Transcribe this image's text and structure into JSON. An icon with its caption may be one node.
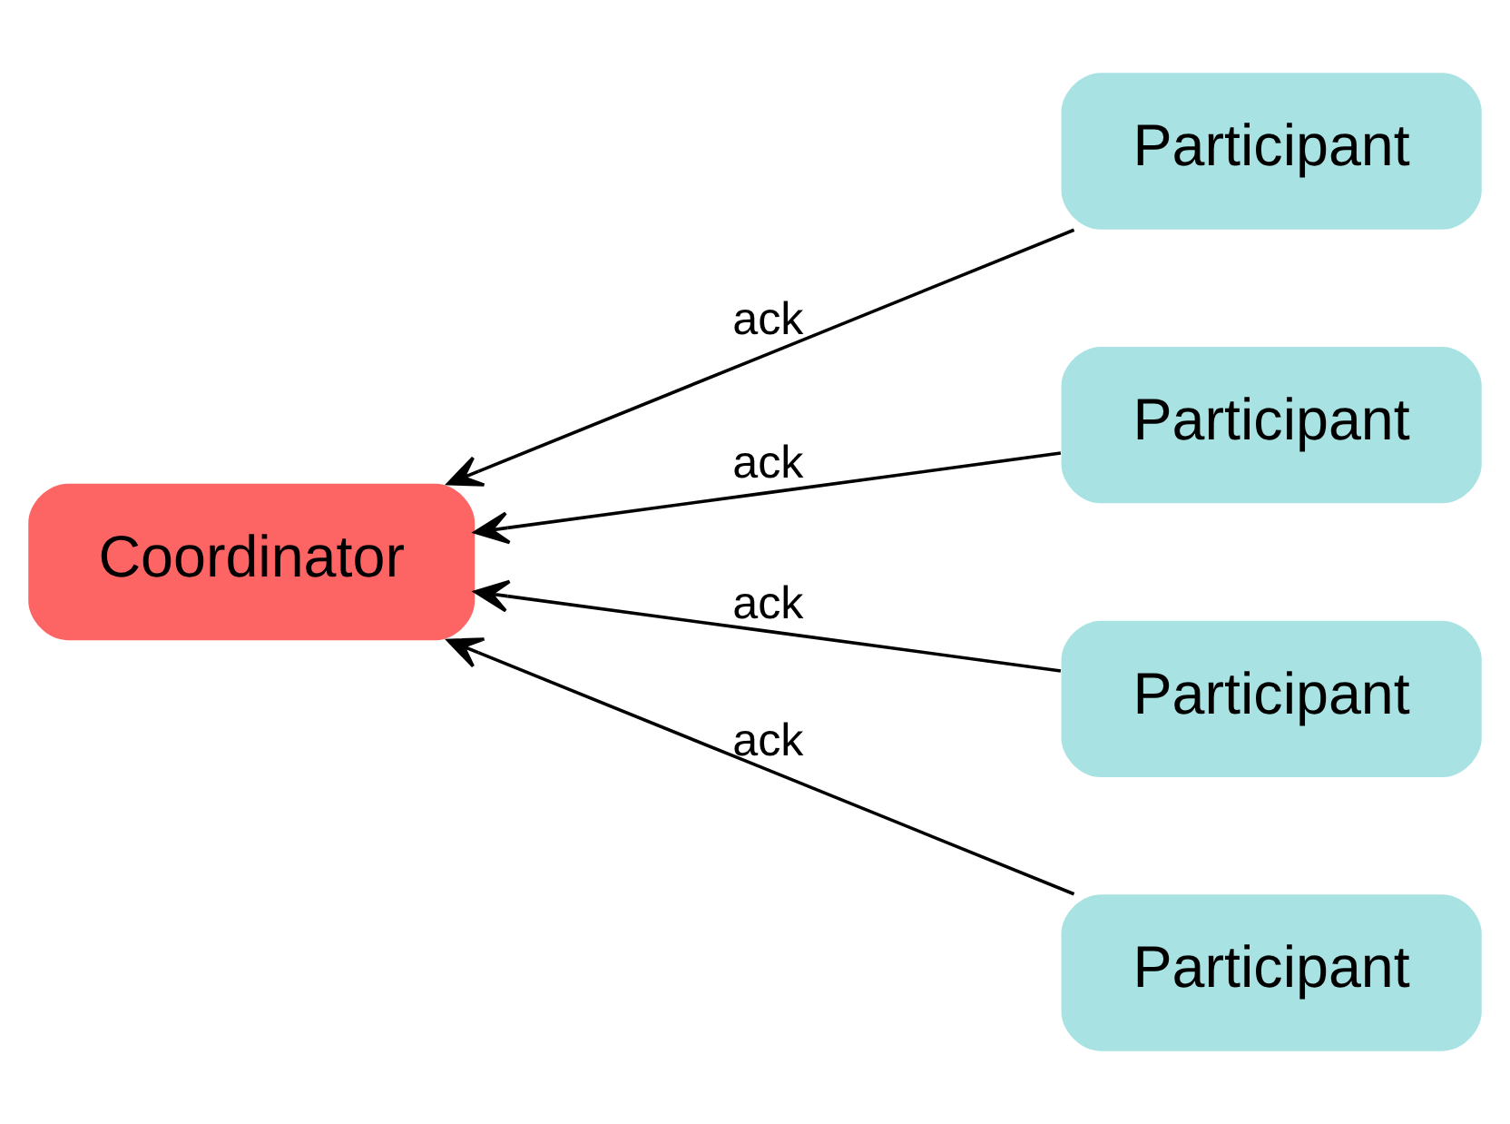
{
  "diagram": {
    "nodes": [
      {
        "text": [
          "Coordinator"
        ]
      },
      {
        "text": [
          "Participant"
        ]
      },
      {
        "text": [
          "Participant"
        ]
      },
      {
        "text": [
          "Participant"
        ]
      },
      {
        "text": [
          "Participant"
        ]
      }
    ],
    "edges": [
      {
        "from": 1,
        "to": 0,
        "arrow": "to",
        "label": "ack"
      },
      {
        "from": 2,
        "to": 0,
        "arrow": "to",
        "label": "ack"
      },
      {
        "from": 3,
        "to": 0,
        "arrow": "to",
        "label": "ack"
      },
      {
        "from": 4,
        "to": 0,
        "arrow": "to",
        "label": "ack"
      }
    ]
  }
}
